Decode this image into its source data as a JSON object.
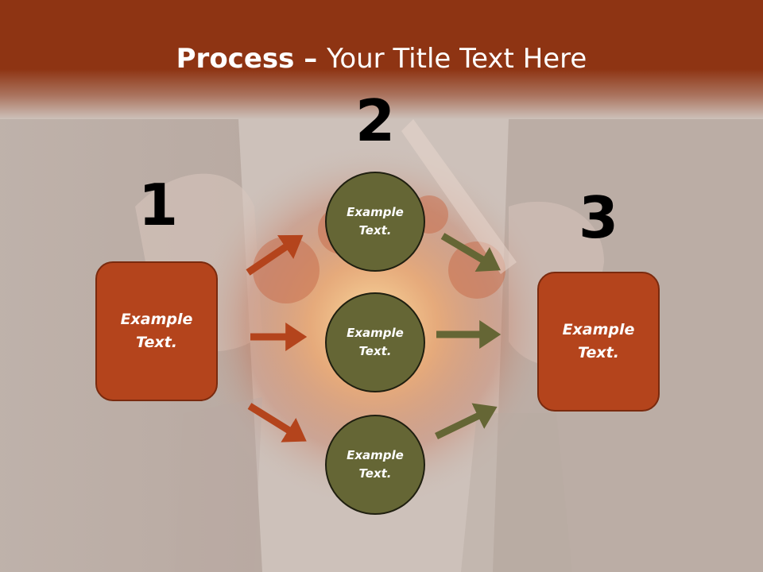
{
  "slide": {
    "title_bold": "Process",
    "title_dash": " – ",
    "title_rest": "Your Title Text Here",
    "steps": [
      {
        "number": "1",
        "label": "Example Text."
      },
      {
        "number": "2",
        "label": "Example Text."
      },
      {
        "number": "3",
        "label": "Example Text."
      }
    ],
    "middle_circles": [
      {
        "label": "Example Text."
      },
      {
        "label": "Example Text."
      },
      {
        "label": "Example Text."
      }
    ]
  },
  "colors": {
    "title_band": "#8e3413",
    "box_fill": "#b4441c",
    "circle_fill": "#656635",
    "orange_arrow": "#b4441c",
    "olive_arrow": "#656635",
    "number_text": "#000000",
    "label_text": "#ffffff"
  }
}
